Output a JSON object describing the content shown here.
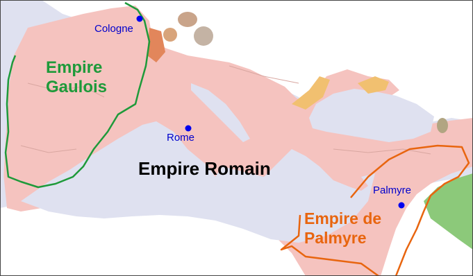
{
  "colors": {
    "sea": "#dfe1f0",
    "land": "#ffffff",
    "empire": "#f5c3bf",
    "gallic_border": "#1e9a3a",
    "palmyrene_border": "#e8650f",
    "persia": "#8cc97a",
    "city_dot": "#0000ee"
  },
  "labels": {
    "gallic_empire": "Empire\nGaulois",
    "roman_empire": "Empire Romain",
    "palmyrene_empire": "Empire de\nPalmyre"
  },
  "cities": [
    {
      "id": "cologne",
      "name": "Cologne"
    },
    {
      "id": "rome",
      "name": "Rome"
    },
    {
      "id": "palmyra",
      "name": "Palmyre"
    }
  ]
}
